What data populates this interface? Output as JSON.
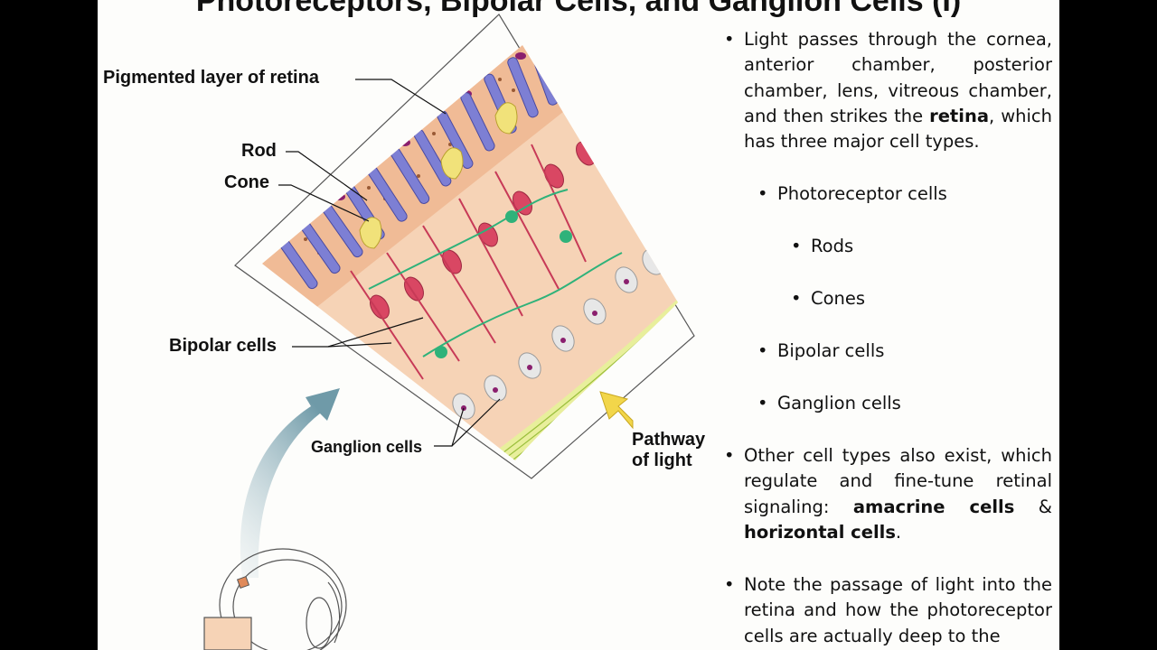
{
  "slide": {
    "title": "Photoreceptors, Bipolar Cells, and Ganglion Cells (I)"
  },
  "figure": {
    "labels": {
      "pigmented": "Pigmented layer of retina",
      "rod": "Rod",
      "cone": "Cone",
      "bipolar": "Bipolar cells",
      "ganglion": "Ganglion cells",
      "pathway_line1": "Pathway",
      "pathway_line2": "of light"
    }
  },
  "bullets": {
    "light_pre": "Light passes through the cornea, anterior chamber, posterior chamber, lens, vitreous chamber, and then strikes the ",
    "light_bold": "retina",
    "light_post": ", which has three major cell types.",
    "photoreceptor": "Photoreceptor cells",
    "rods": "Rods",
    "cones": "Cones",
    "bipolar": "Bipolar cells",
    "ganglion": "Ganglion cells",
    "other_pre": "Other cell types also exist, which regulate and fine-tune retinal signaling: ",
    "other_bold1": "amacrine cells",
    "other_mid": " & ",
    "other_bold2": "horizontal cells",
    "other_post": ".",
    "note": "Note the passage of light into the retina and how the photoreceptor cells are actually deep to the"
  }
}
